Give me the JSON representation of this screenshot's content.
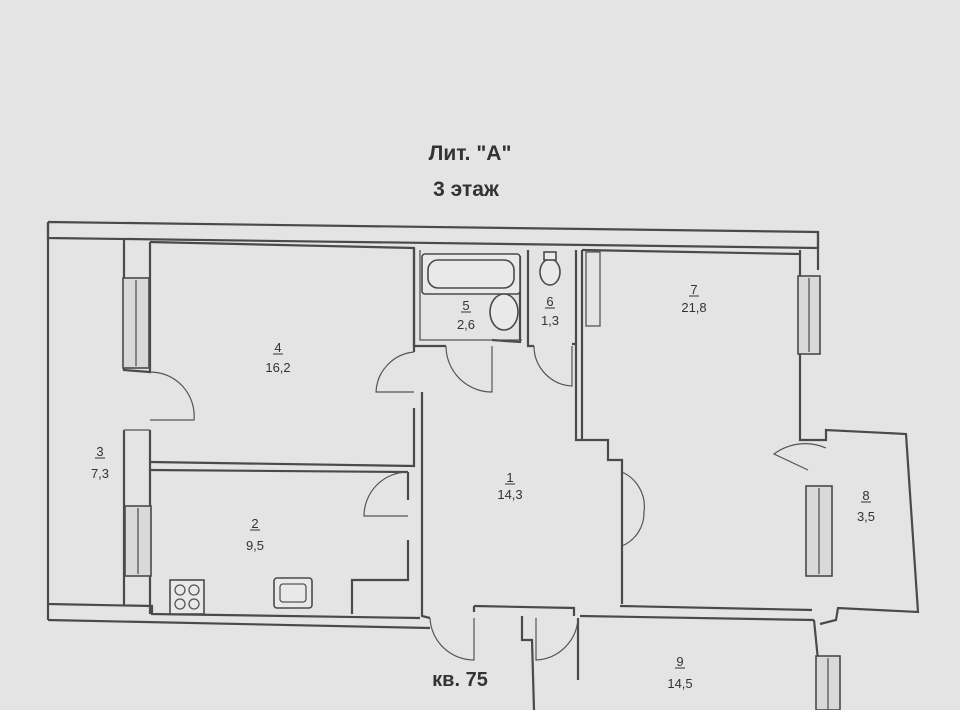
{
  "header": {
    "title": "Лит. \"А\"",
    "floor": "3 этаж"
  },
  "apartment": {
    "label": "кв. 75"
  },
  "rooms": [
    {
      "num": "1",
      "area": "14,3"
    },
    {
      "num": "2",
      "area": "9,5"
    },
    {
      "num": "3",
      "area": "7,3"
    },
    {
      "num": "4",
      "area": "16,2"
    },
    {
      "num": "5",
      "area": "2,6"
    },
    {
      "num": "6",
      "area": "1,3"
    },
    {
      "num": "7",
      "area": "21,8"
    },
    {
      "num": "8",
      "area": "3,5"
    },
    {
      "num": "9",
      "area": "14,5"
    }
  ]
}
